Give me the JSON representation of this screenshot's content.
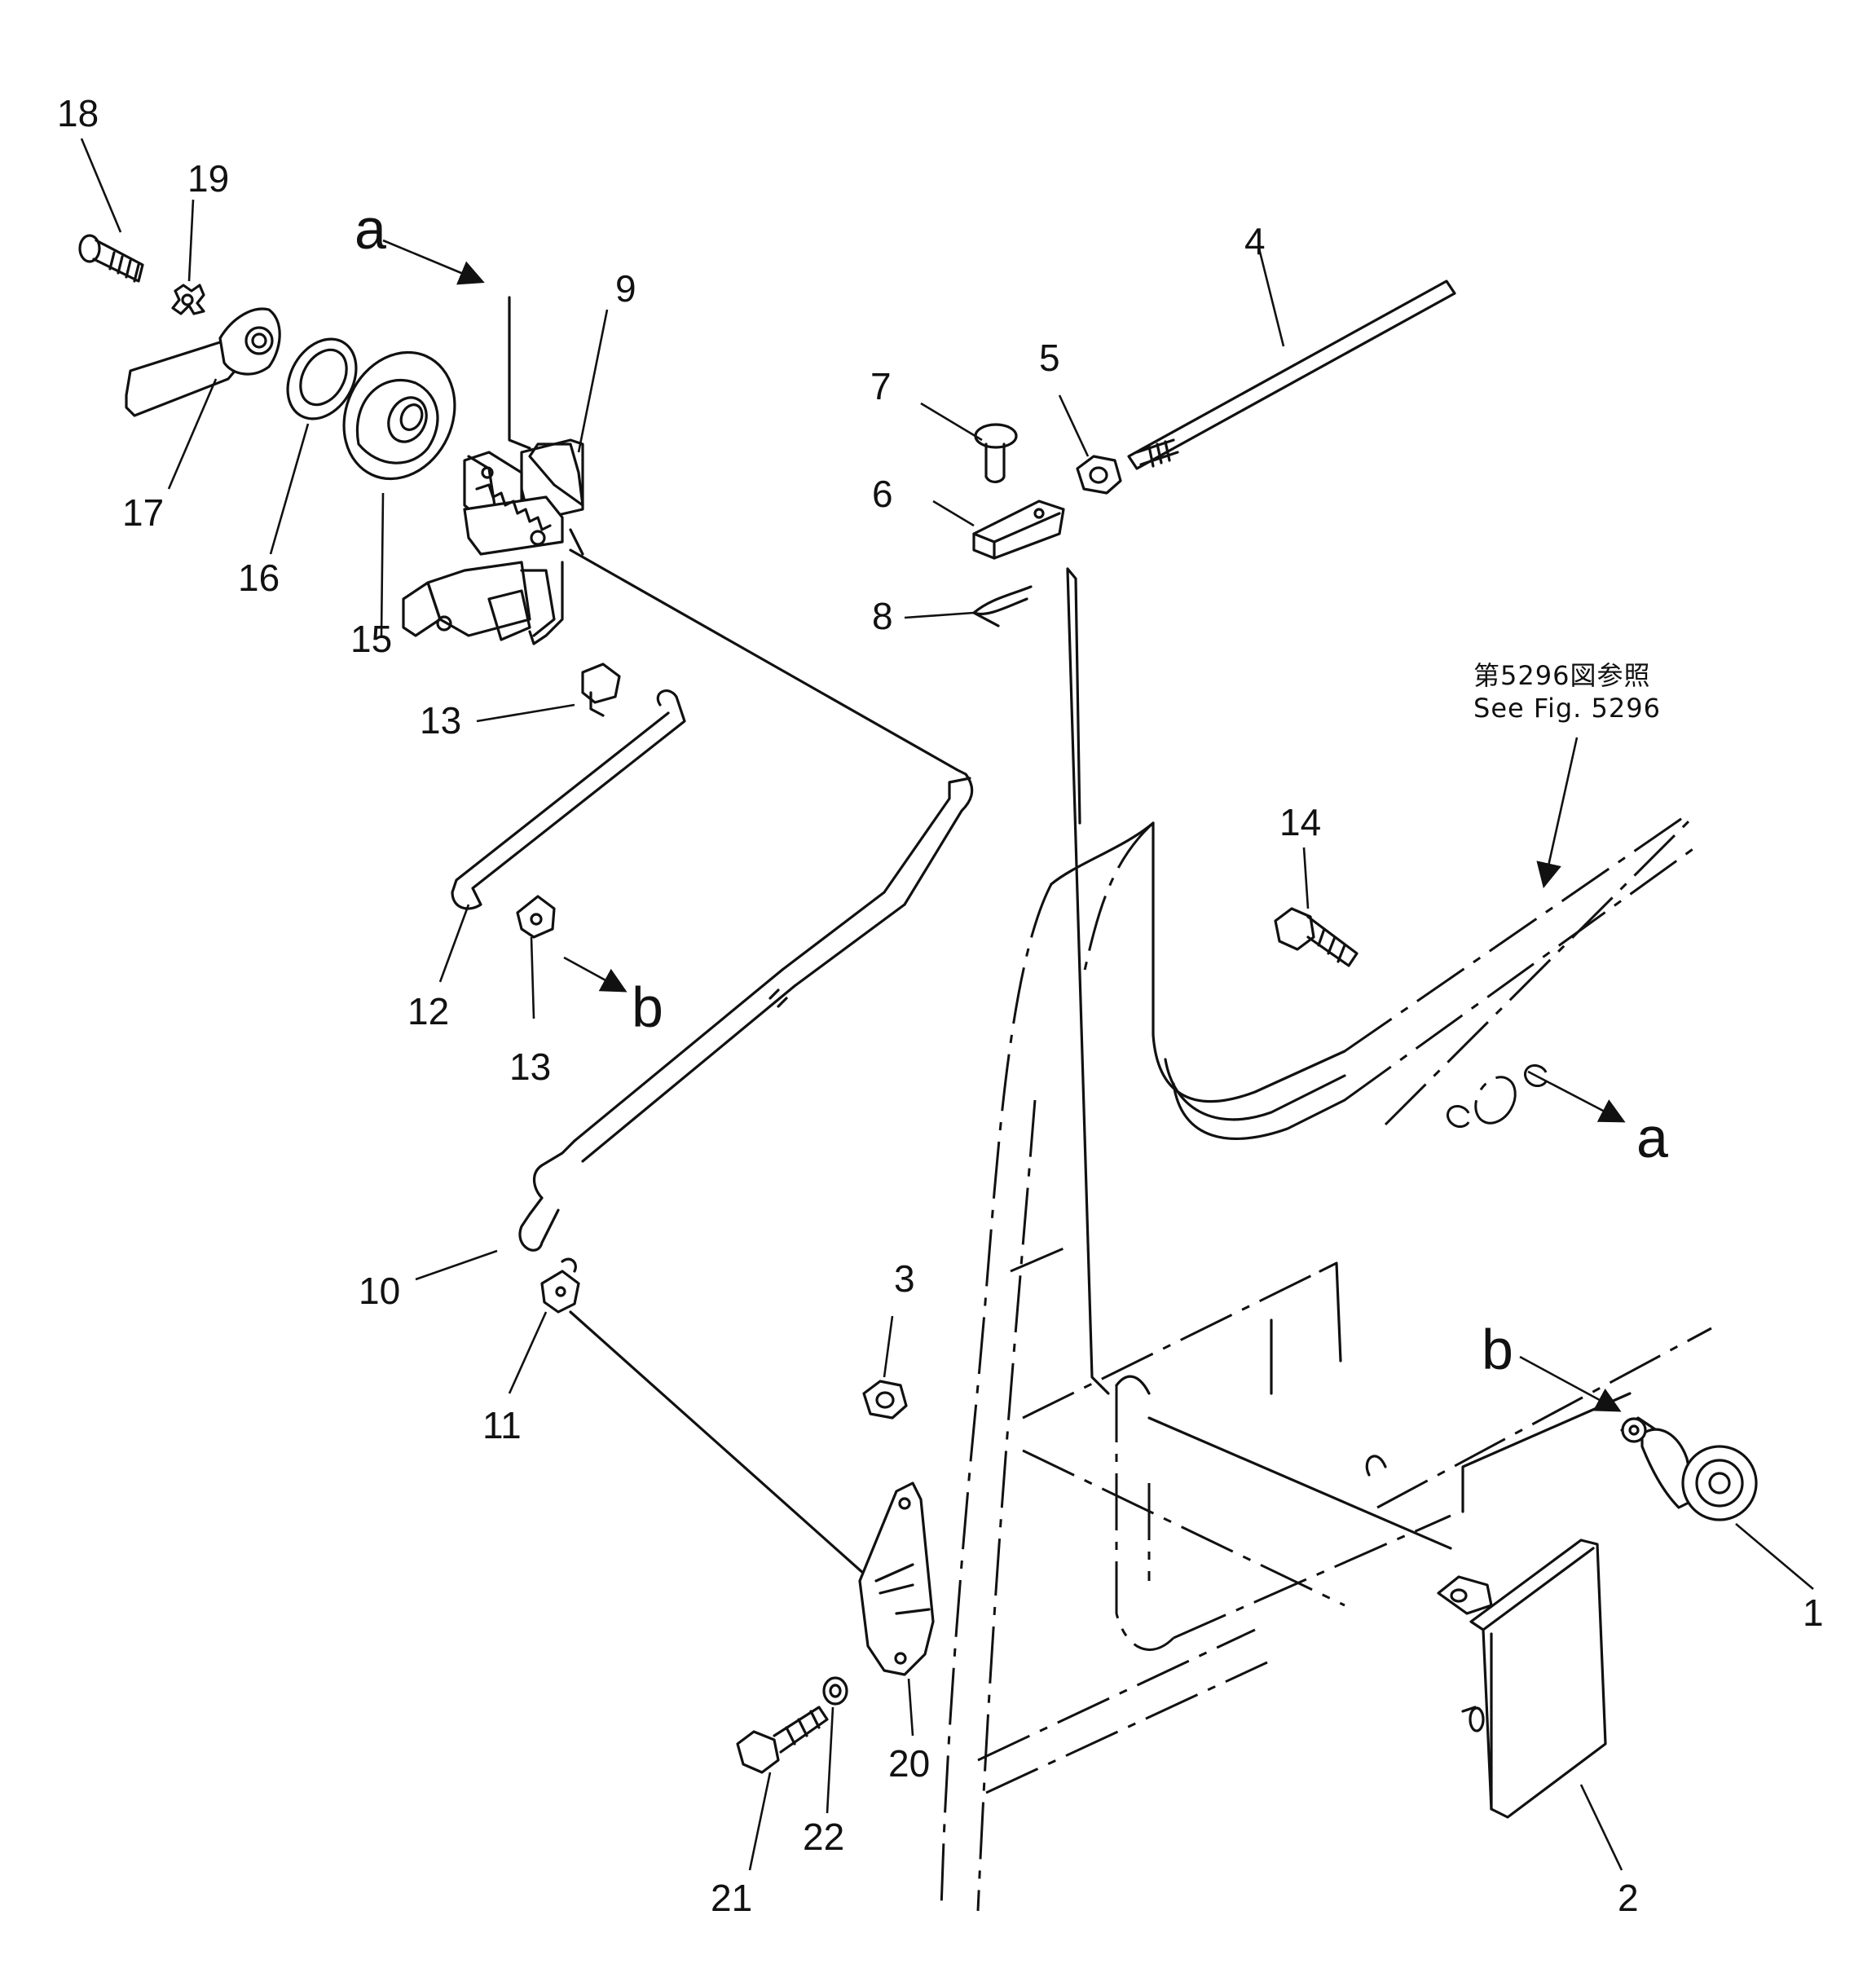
{
  "diagram": {
    "reference_note": {
      "line_ja": "第5296図参照",
      "line_en": "See Fig. 5296"
    },
    "view_letters": {
      "a_top": "a",
      "a_right": "a",
      "b_left": "b",
      "b_right": "b"
    },
    "callouts": {
      "p1": "1",
      "p2": "2",
      "p3": "3",
      "p4": "4",
      "p5": "5",
      "p6": "6",
      "p7": "7",
      "p8": "8",
      "p9": "9",
      "p10": "10",
      "p11": "11",
      "p12": "12",
      "p13a": "13",
      "p13b": "13",
      "p14": "14",
      "p15": "15",
      "p16": "16",
      "p17": "17",
      "p18": "18",
      "p19": "19",
      "p20": "20",
      "p21": "21",
      "p22": "22"
    }
  }
}
